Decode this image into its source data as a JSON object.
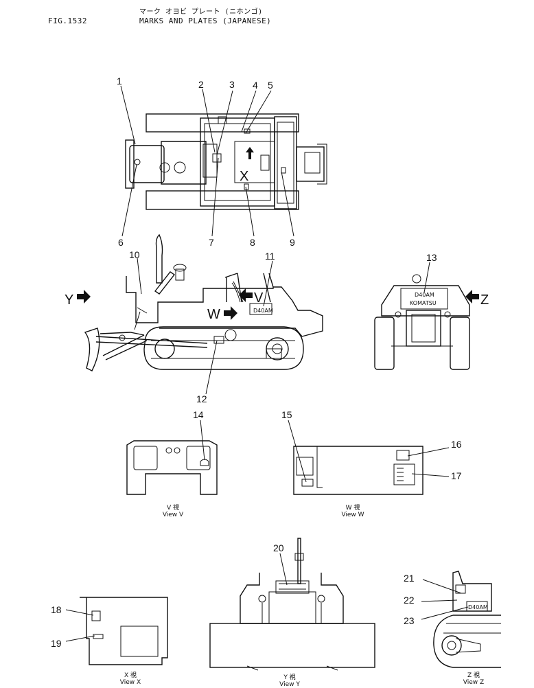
{
  "header": {
    "fig_code": "FIG.1532",
    "title_jp": "マーク オヨビ プレート (ニホンゴ)",
    "title_en": "MARKS AND PLATES (JAPANESE)"
  },
  "callouts": [
    "1",
    "2",
    "3",
    "4",
    "5",
    "6",
    "7",
    "8",
    "9",
    "10",
    "11",
    "12",
    "13",
    "14",
    "15",
    "16",
    "17",
    "18",
    "19",
    "20",
    "21",
    "22",
    "23"
  ],
  "view_letters": {
    "x": "X",
    "y": "Y",
    "z": "Z",
    "v": "V",
    "w": "W"
  },
  "plate_text": {
    "model": "D40AM",
    "brand": "KOMATSU"
  },
  "captions": {
    "view_v_jp": "V  視",
    "view_v": "View V",
    "view_w_jp": "W  視",
    "view_w": "View W",
    "view_x_jp": "X  視",
    "view_x": "View X",
    "view_y_jp": "Y  視",
    "view_y": "View Y",
    "view_z_jp": "Z  視",
    "view_z": "View Z"
  }
}
